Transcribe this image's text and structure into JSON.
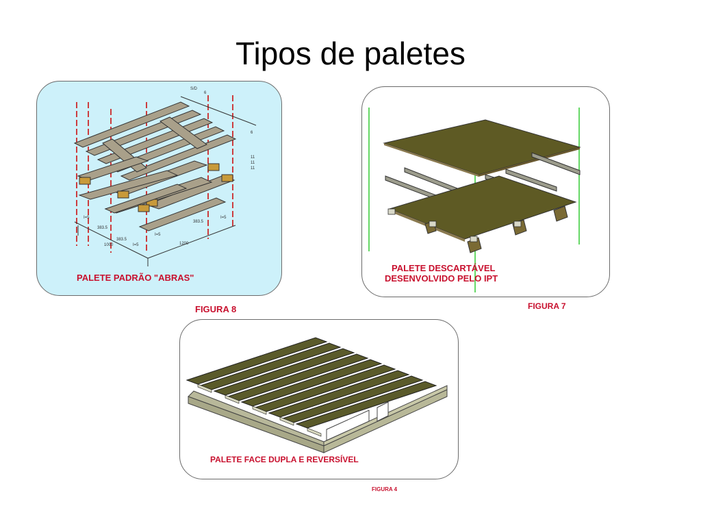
{
  "slide": {
    "title": "Tipos de paletes"
  },
  "figures": [
    {
      "id": "fig8",
      "label": "PALETE PADRÃO \"ABRAS\"",
      "caption": "FIGURA 8"
    },
    {
      "id": "fig7",
      "label_line1": "PALETE DESCARTÁVEL",
      "label_line2": "DESENVOLVIDO PELO IPT",
      "caption": "FIGURA 7"
    },
    {
      "id": "fig4",
      "label": "PALETE FACE DUPLA E REVERSÍVEL",
      "caption": "FIGURA 4"
    }
  ],
  "dimension_labels": [
    "383.5",
    "383.5",
    "383.5",
    "1000",
    "1200",
    "I=5",
    "I=5",
    "I=5",
    "I=5",
    "S/D",
    "6",
    "6",
    "11",
    "11",
    "11"
  ],
  "colors": {
    "panel_blue": "#cdf1fa",
    "panel_white": "#ffffff",
    "label_red": "#c8102e",
    "board_olive": "#5a5a2a",
    "board_gray": "#9c9c8c",
    "guide_green": "#33cc33",
    "guide_red": "#cc0000"
  }
}
